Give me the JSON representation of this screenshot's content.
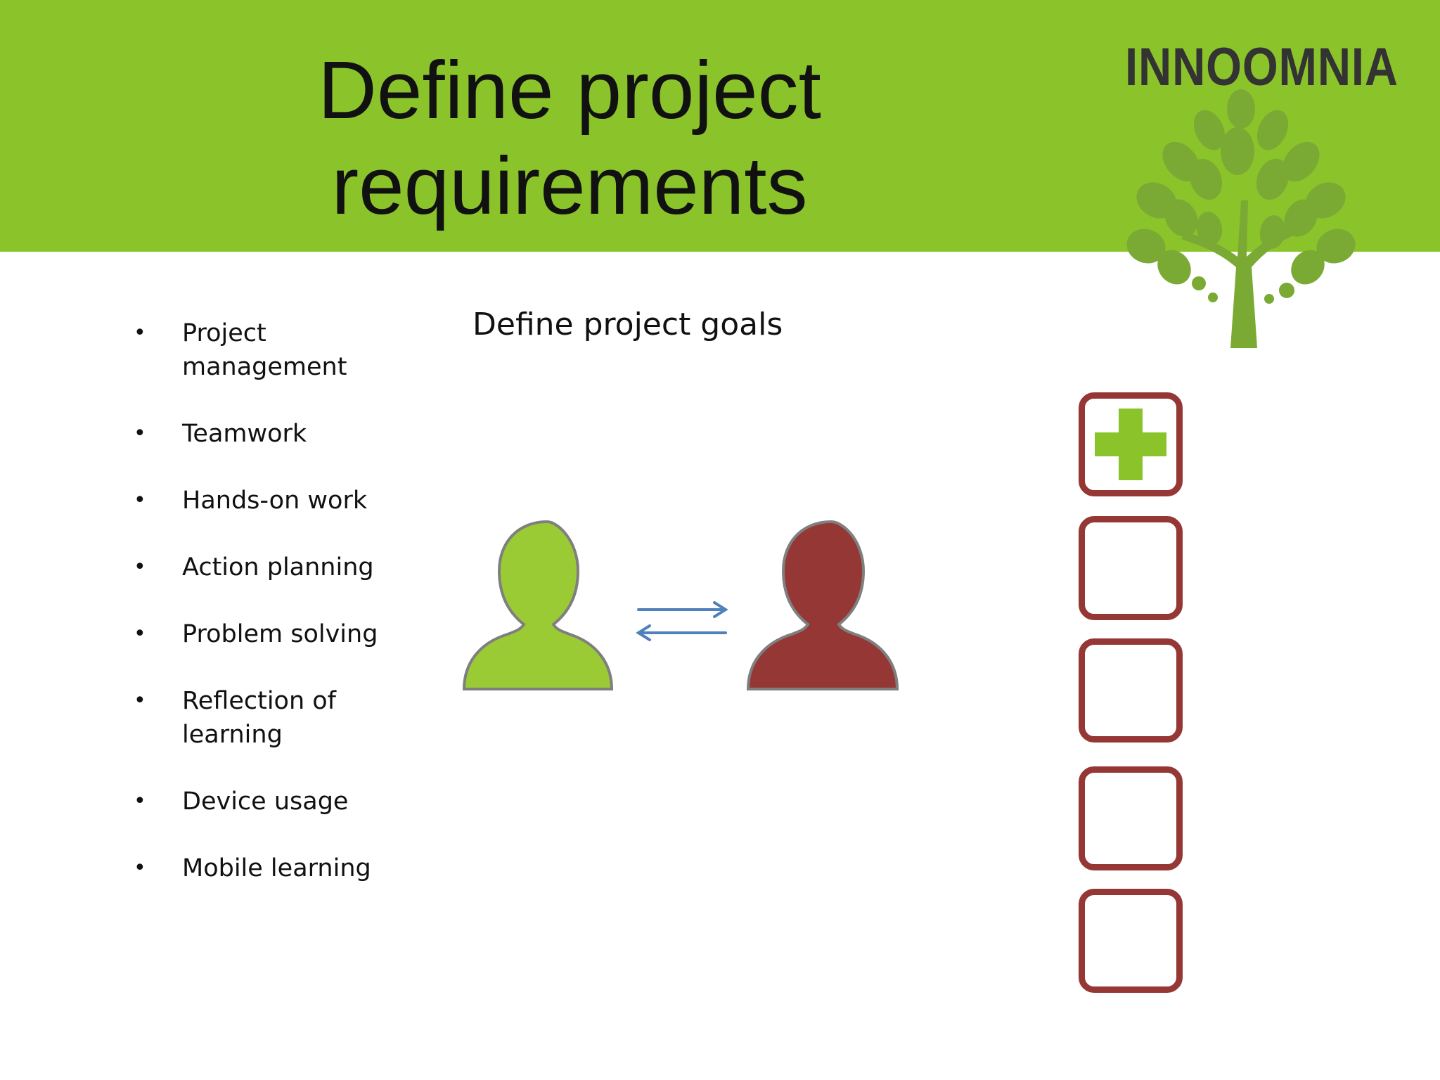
{
  "slide": {
    "title_line1": "Define project",
    "title_line2": "requirements",
    "logo_text": "INNOOMNIA",
    "goals_label": "Define project goals"
  },
  "bullets": [
    {
      "line1": "Project",
      "line2": "management"
    },
    {
      "line1": "Teamwork",
      "line2": ""
    },
    {
      "line1": "Hands-on work",
      "line2": ""
    },
    {
      "line1": "Action planning",
      "line2": ""
    },
    {
      "line1": "Problem solving",
      "line2": ""
    },
    {
      "line1": "Reflection of",
      "line2": "learning"
    },
    {
      "line1": "Device usage",
      "line2": ""
    },
    {
      "line1": "Mobile learning",
      "line2": ""
    }
  ],
  "checklist": {
    "boxes": [
      {
        "state": "plus"
      },
      {
        "state": "empty"
      },
      {
        "state": "empty"
      },
      {
        "state": "empty"
      },
      {
        "state": "empty"
      }
    ]
  },
  "colors": {
    "header_green": "#8bc42a",
    "person_left": "#9acb34",
    "person_right": "#953735",
    "checkbox_border": "#953735",
    "plus": "#8bc42a",
    "arrows": "#4f81bd",
    "tree": "#7aaa34"
  },
  "icons": {
    "logo": "tree-logo-icon",
    "person_left": "person-green-icon",
    "person_right": "person-red-icon",
    "exchange": "exchange-arrows-icon",
    "checkbox_plus": "plus-icon"
  }
}
